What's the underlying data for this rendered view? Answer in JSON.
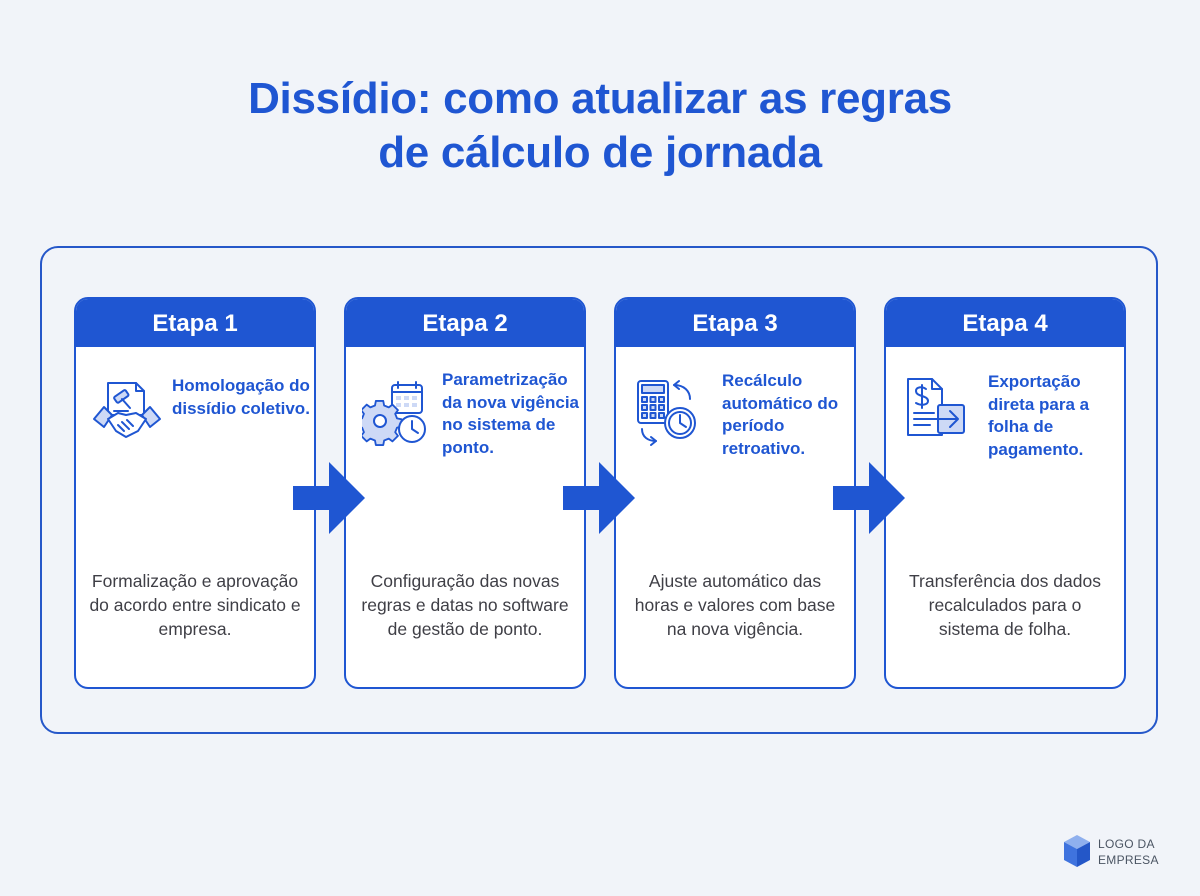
{
  "title": {
    "line1": "Dissídio: como atualizar as regras",
    "line2": "de cálculo de jornada"
  },
  "colors": {
    "primary": "#1f56d2",
    "background": "#f1f4f9",
    "text": "#3f3f46"
  },
  "steps": [
    {
      "label": "Etapa 1",
      "icon": "gavel-handshake-icon",
      "subtitle": "Homologação do dissídio coletivo.",
      "description": "Formalização e aprovação do acordo entre sindicato e empresa."
    },
    {
      "label": "Etapa 2",
      "icon": "gear-calendar-clock-icon",
      "subtitle": "Parametrização da nova vigência no sistema de ponto.",
      "description": "Configuração das novas regras e datas no software de gestão de ponto."
    },
    {
      "label": "Etapa 3",
      "icon": "calculator-clock-icon",
      "subtitle": "Recálculo automático do período retroativo.",
      "description": "Ajuste automático das horas e valores com base na nova vigência."
    },
    {
      "label": "Etapa 4",
      "icon": "document-export-icon",
      "subtitle": "Exportação direta para a folha de pagamento.",
      "description": "Transferência dos dados recalculados para o sistema de folha."
    }
  ],
  "logo": {
    "line1": "LOGO DA",
    "line2": "EMPRESA"
  }
}
